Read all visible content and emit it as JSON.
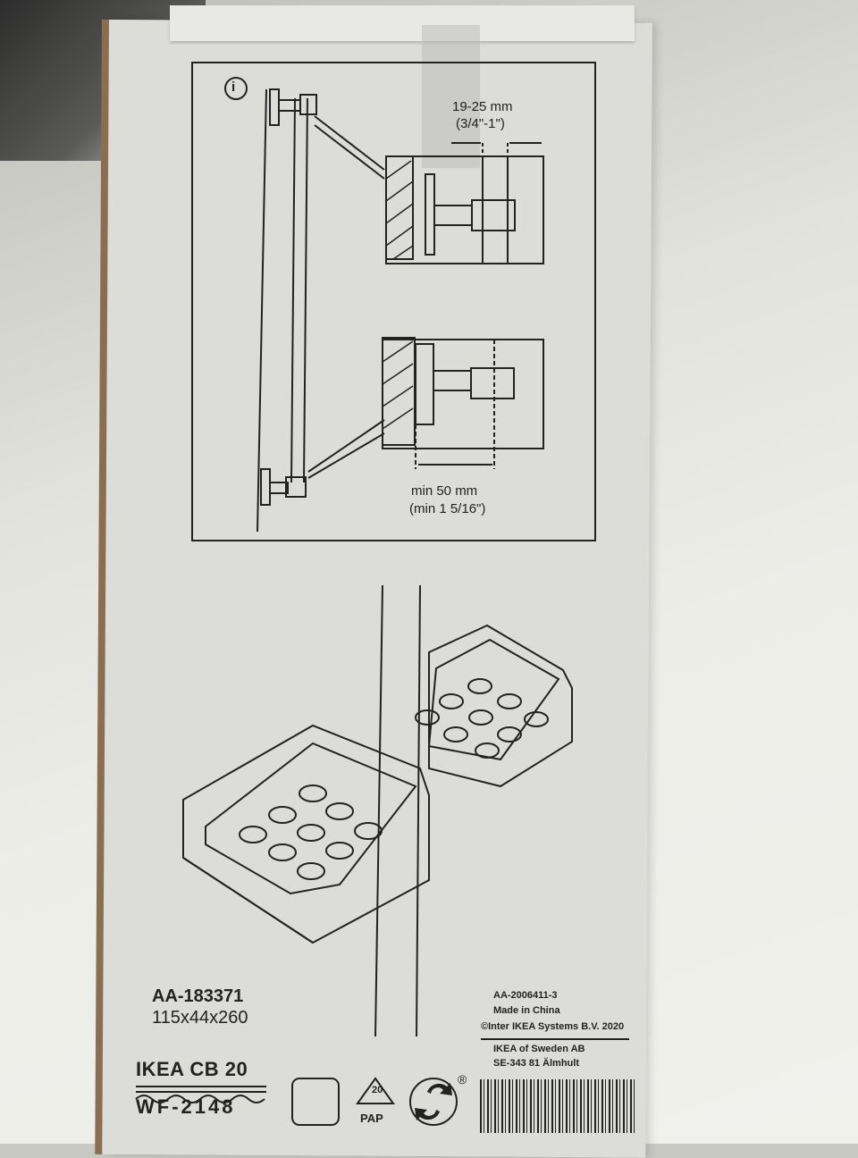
{
  "diagram": {
    "info_symbol": "i",
    "dimension_top_mm": "19-25 mm",
    "dimension_top_in": "(3/4\"-1\")",
    "dimension_bottom_mm": "min 50 mm",
    "dimension_bottom_in": "(min 1 5/16\")"
  },
  "product": {
    "article_code": "AA-183371",
    "size": "115x44x260",
    "ikea_code": "IKEA CB 20",
    "wf_code": "WF-2148"
  },
  "legal": {
    "code": "AA-2006411-3",
    "origin": "Made in China",
    "copyright": "©Inter IKEA Systems B.V. 2020",
    "company": "IKEA of Sweden AB",
    "address": "SE-343 81 Älmhult"
  },
  "symbols": {
    "recycle_number": "20",
    "recycle_label": "PAP",
    "registered": "®",
    "icons": [
      "recycling-icon",
      "pap-recycle-icon",
      "green-dot-icon",
      "barcode"
    ]
  },
  "colors": {
    "ink": "#222222",
    "cardboard": "#dcdcd8",
    "edge": "#8a6e52"
  }
}
